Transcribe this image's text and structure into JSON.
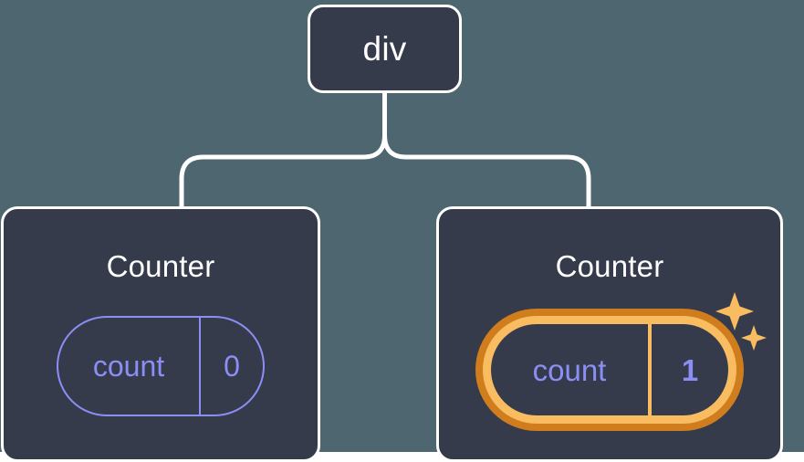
{
  "diagram": {
    "type": "component-tree",
    "background_color": "#4d6670",
    "node_fill_color": "#353b4a",
    "node_border_color": "#ffffff",
    "state_color": "#8b8ff5",
    "highlight_color": "#f9bc60",
    "highlight_outer_color": "#cf7d1d",
    "root": {
      "label": "div"
    },
    "children": [
      {
        "label": "Counter",
        "state": {
          "key": "count",
          "value": "0"
        },
        "highlighted": false
      },
      {
        "label": "Counter",
        "state": {
          "key": "count",
          "value": "1"
        },
        "highlighted": true
      }
    ]
  }
}
